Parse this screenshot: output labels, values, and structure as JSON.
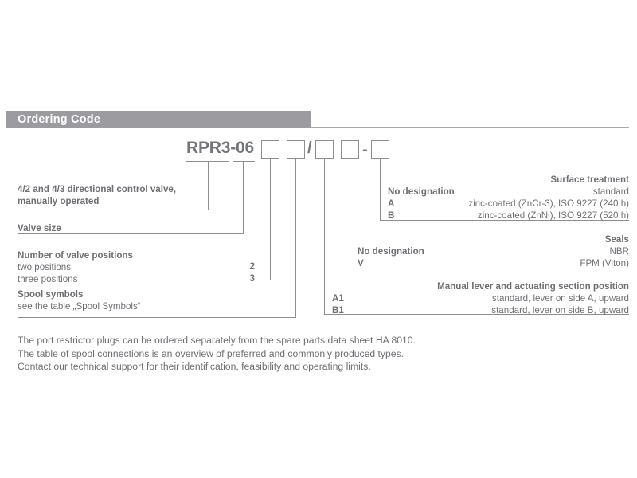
{
  "header": {
    "title": "Ordering Code"
  },
  "code": {
    "prefix": "RPR3-06",
    "boxes": [
      "",
      "",
      "",
      "",
      ""
    ],
    "separator_slash": "/",
    "separator_dash": "-"
  },
  "left_blocks": [
    {
      "title_line1": "4/2 and 4/3 directional control valve,",
      "title_line2": "manually operated"
    },
    {
      "title": "Valve size"
    },
    {
      "title": "Number of valve positions",
      "rows": [
        {
          "label": "two positions",
          "code": "2"
        },
        {
          "label": "three positions",
          "code": "3"
        }
      ]
    },
    {
      "title": "Spool symbols",
      "subtitle": "see the table „Spool Symbols“"
    }
  ],
  "right_blocks": [
    {
      "heading": "Surface treatment",
      "rows": [
        {
          "code": "No designation",
          "value": "standard"
        },
        {
          "code": "A",
          "value": "zinc-coated (ZnCr-3), ISO 9227 (240 h)"
        },
        {
          "code": "B",
          "value": "zinc-coated (ZnNi), ISO 9227 (520 h)"
        }
      ]
    },
    {
      "heading": "Seals",
      "rows": [
        {
          "code": "No designation",
          "value": "NBR"
        },
        {
          "code": "V",
          "value": "FPM (Viton)"
        }
      ]
    },
    {
      "heading": "Manual lever and actuating section position",
      "rows": [
        {
          "code": "A1",
          "value": "standard, lever on side A, upward"
        },
        {
          "code": "B1",
          "value": "standard, lever on side B, upward"
        }
      ]
    }
  ],
  "footer": {
    "line1": "The port restrictor plugs can be ordered separately from the spare parts data sheet HA 8010.",
    "line2": "The table of spool connections is an overview of preferred and commonly produced types.",
    "line3": "Contact our technical support for their identification, feasibility and operating limits."
  },
  "colors": {
    "header_bar": "#9b9ba0",
    "text": "#6e6f73",
    "line": "#8d8e92"
  }
}
